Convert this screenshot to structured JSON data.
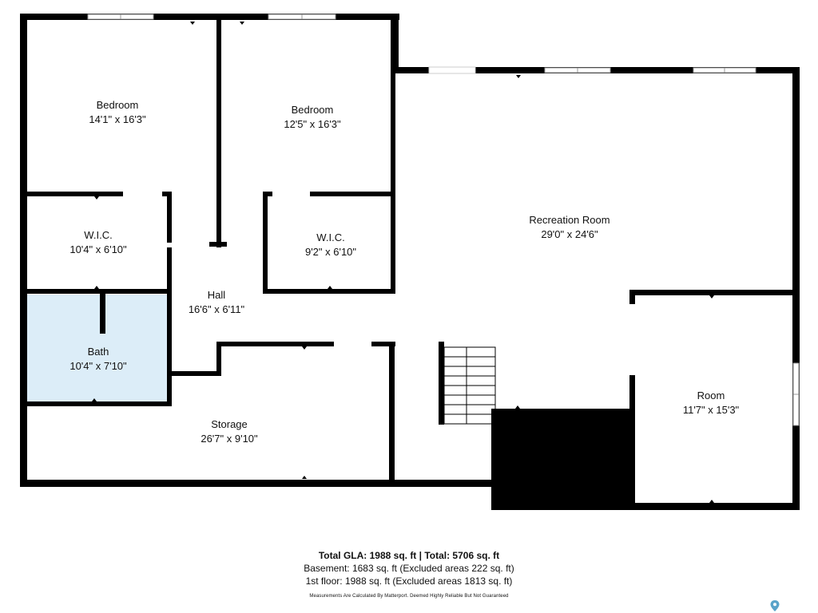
{
  "rooms": {
    "bedroom1": {
      "name": "Bedroom",
      "dims": "14'1\" x 16'3\""
    },
    "bedroom2": {
      "name": "Bedroom",
      "dims": "12'5\" x 16'3\""
    },
    "wic1": {
      "name": "W.I.C.",
      "dims": "10'4\" x 6'10\""
    },
    "wic2": {
      "name": "W.I.C.",
      "dims": "9'2\" x 6'10\""
    },
    "hall": {
      "name": "Hall",
      "dims": "16'6\" x 6'11\""
    },
    "bath": {
      "name": "Bath",
      "dims": "10'4\" x 7'10\""
    },
    "storage": {
      "name": "Storage",
      "dims": "26'7\" x 9'10\""
    },
    "recreation": {
      "name": "Recreation Room",
      "dims": "29'0\" x 24'6\""
    },
    "room": {
      "name": "Room",
      "dims": "11'7\" x 15'3\""
    }
  },
  "summary": {
    "totals": "Total GLA: 1988 sq. ft | Total: 5706 sq. ft",
    "basement": "Basement: 1683 sq. ft (Excluded areas 222 sq. ft)",
    "first_floor": "1st floor: 1988 sq. ft (Excluded areas 1813 sq. ft)",
    "disclaimer": "Measurements Are Calculated By Matterport. Deemed Highly Reliable But Not Guaranteed"
  },
  "colors": {
    "wall": "#000000",
    "bath_fill": "#dcedf8",
    "pin": "#5aa3c9"
  },
  "icons": {
    "location": "map-pin-icon"
  }
}
